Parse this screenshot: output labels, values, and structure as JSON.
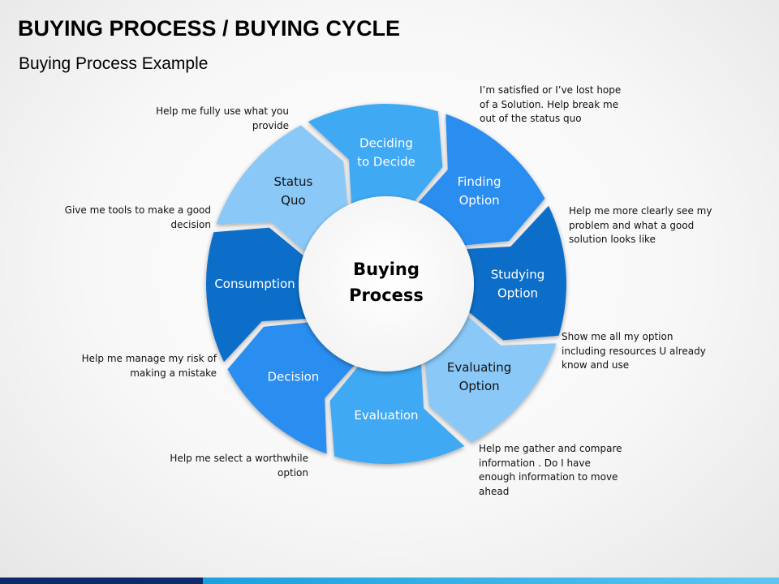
{
  "title": "BUYING PROCESS / BUYING CYCLE",
  "subtitle": "Buying Process Example",
  "center": {
    "line1": "Buying",
    "line2": "Process"
  },
  "segments": [
    {
      "line1": "Status",
      "line2": "Quo",
      "color": "#8ac8f7",
      "dark_text": true
    },
    {
      "line1": "Deciding",
      "line2": "to Decide",
      "color": "#40a9f4",
      "dark_text": false
    },
    {
      "line1": "Finding",
      "line2": "Option",
      "color": "#2b8df0",
      "dark_text": false
    },
    {
      "line1": "Studying",
      "line2": "Option",
      "color": "#0d6ec9",
      "dark_text": false
    },
    {
      "line1": "Evaluating",
      "line2": "Option",
      "color": "#8ac8f7",
      "dark_text": true
    },
    {
      "line1": "Evaluation",
      "line2": "",
      "color": "#40a9f4",
      "dark_text": false
    },
    {
      "line1": "Decision",
      "line2": "",
      "color": "#2b8df0",
      "dark_text": false
    },
    {
      "line1": "Consumption",
      "line2": "",
      "color": "#0d6ec9",
      "dark_text": false
    }
  ],
  "notes": {
    "status_quo": "I’m satisfied or I’ve lost hope of a Solution. Help break me out of the status quo",
    "deciding": "Help me more clearly see my problem and what a good solution looks like",
    "finding": "Show me all my option including resources U already know and use",
    "studying": "Help me gather and compare information . Do I have enough information to move ahead",
    "evaluating": "Help me select a worthwhile option",
    "evaluation": "Help me manage my risk of making a mistake",
    "decision": "Give me tools to make a good decision",
    "consumption": "Help me fully use what you provide"
  },
  "colors": {
    "footer_dark": "#0d2a6b",
    "footer_light": "#1aa0e0",
    "center_circle": "#ffffff"
  }
}
